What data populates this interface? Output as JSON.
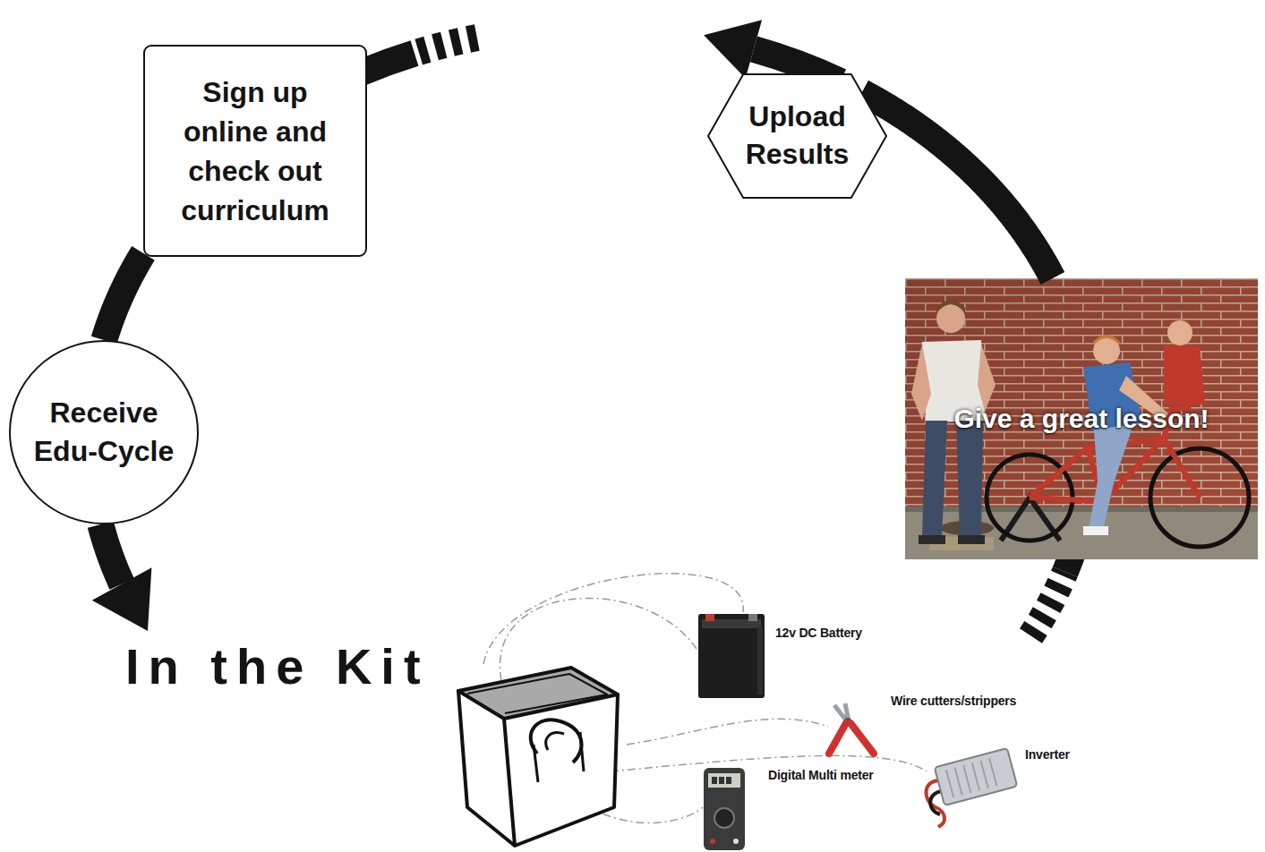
{
  "diagram": {
    "nodes": [
      {
        "text": [
          "Sign up online and check out curriculum"
        ]
      },
      {
        "text": [
          "Upload Results"
        ]
      },
      {
        "text": [
          "Give a great lesson!"
        ]
      },
      {
        "text": [
          "Receive Edu-Cycle"
        ]
      },
      {
        "text": [
          "In the Kit"
        ]
      }
    ],
    "edges": [
      {
        "from": 0,
        "to": 3,
        "arrow": "none"
      },
      {
        "from": 3,
        "to": 4,
        "arrow": "to"
      },
      {
        "from": 2,
        "to": 1,
        "arrow": "none"
      }
    ],
    "labels": [
      "12v DC Battery",
      "Wire cutters/strippers",
      "Inverter",
      "Digital Multi meter"
    ]
  }
}
